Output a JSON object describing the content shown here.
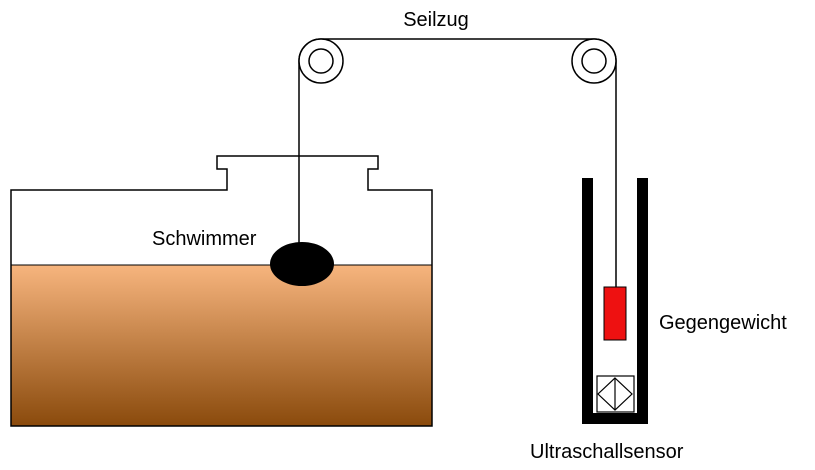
{
  "labels": {
    "cable_pull": "Seilzug",
    "float": "Schwimmer",
    "counterweight": "Gegengewicht",
    "ultrasonic_sensor": "Ultraschallsensor"
  },
  "colors": {
    "liquid_top": "#f7b57e",
    "liquid_bottom": "#8a4a0c",
    "float": "#000000",
    "counterweight": "#ee1111",
    "line": "#000000",
    "background": "#ffffff"
  }
}
